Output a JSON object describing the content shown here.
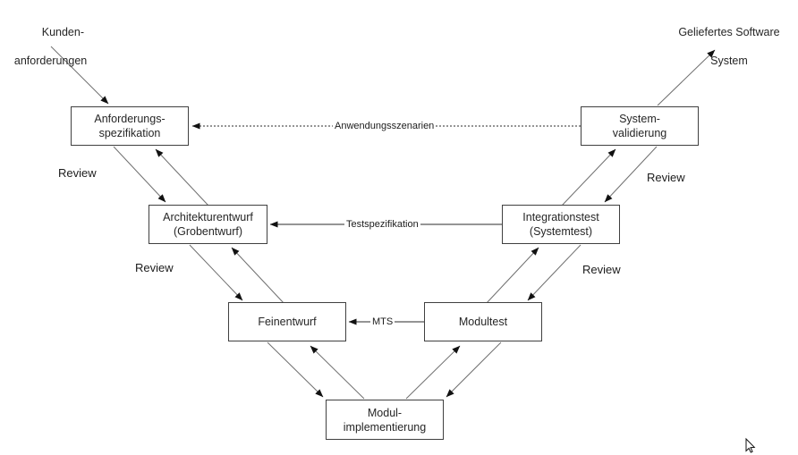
{
  "diagram": {
    "title_semantic": "V-Modell software development diagram",
    "external": {
      "customer": [
        "Kunden-",
        "anforderungen"
      ],
      "delivered": [
        "Geliefertes Software",
        "System"
      ]
    },
    "nodes": {
      "requirements": [
        "Anforderungs-",
        "spezifikation"
      ],
      "system_validation": [
        "System-",
        "validierung"
      ],
      "architecture": [
        "Architekturentwurf",
        "(Grobentwurf)"
      ],
      "integration_test": [
        "Integrationstest",
        "(Systemtest)"
      ],
      "detailed_design": [
        "Feinentwurf"
      ],
      "module_test": [
        "Modultest"
      ],
      "module_implementation": [
        "Modul-",
        "implementierung"
      ]
    },
    "edge_labels": {
      "application_scenarios": "Anwendungsszenarien",
      "test_specification": "Testspezifikation",
      "mts": "MTS",
      "review": "Review"
    }
  },
  "colors": {
    "background": "#ffffff",
    "box_border": "#404040",
    "diagonal_line": "#6f6f6f",
    "horizontal_line": "#2b2b2b",
    "arrowhead": "#111111",
    "text": "#262626"
  }
}
